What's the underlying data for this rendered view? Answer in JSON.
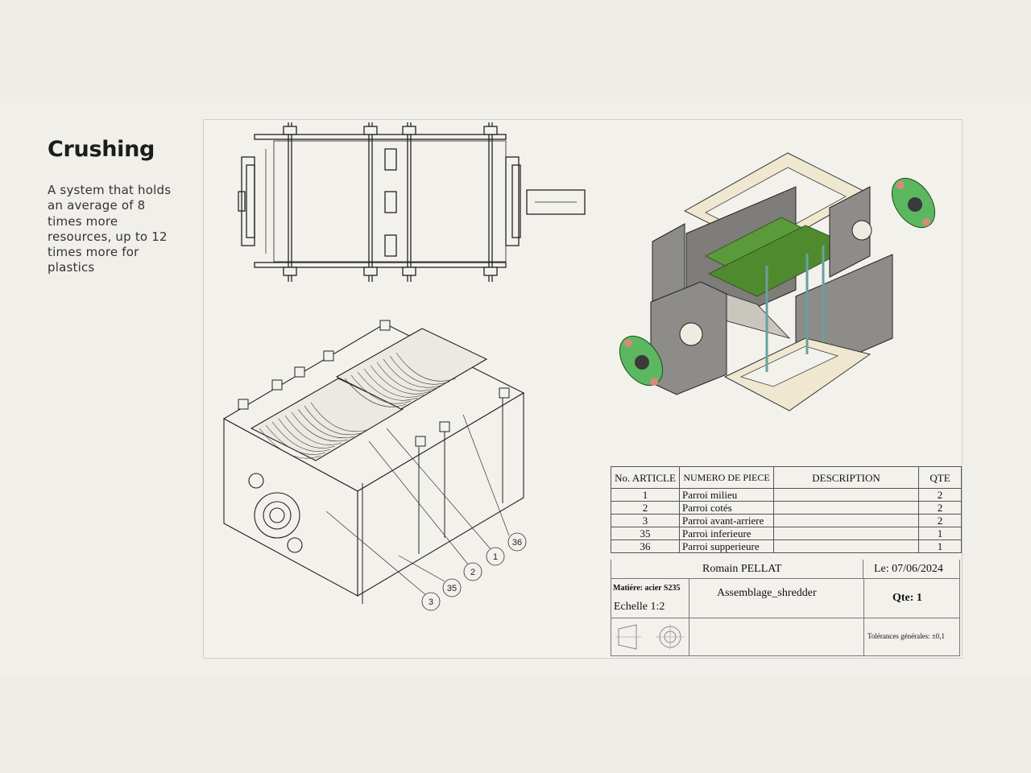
{
  "heading": "Crushing",
  "description": "A system that holds an average of 8 times more resources, up to 12 times more for plastics",
  "bom": {
    "headers": {
      "article": "No. ARTICLE",
      "part": "NUMERO DE PIECE",
      "description": "DESCRIPTION",
      "qty": "QTE"
    },
    "rows": [
      {
        "article": "1",
        "part": "Parroi milieu",
        "description": "",
        "qty": "2"
      },
      {
        "article": "2",
        "part": "Parroi cotés",
        "description": "",
        "qty": "2"
      },
      {
        "article": "3",
        "part": "Parroi avant-arriere",
        "description": "",
        "qty": "2"
      },
      {
        "article": "35",
        "part": "Parroi  inferieure",
        "description": "",
        "qty": "1"
      },
      {
        "article": "36",
        "part": "Parroi supperieure",
        "description": "",
        "qty": "1"
      }
    ]
  },
  "title_block": {
    "author": "Romain PELLAT",
    "date": "Le: 07/06/2024",
    "material": "Matiére: acier S235",
    "assembly": "Assemblage_shredder",
    "quantity": "Qte: 1",
    "scale": "Echelle 1:2",
    "tolerances": "Tolérances générales: ±0,1"
  },
  "balloons": [
    "1",
    "2",
    "3",
    "35",
    "36"
  ],
  "colors": {
    "render_plate": "#8d8c88",
    "render_frame": "#efe7d0",
    "render_bearing": "#5cb860",
    "render_blades": "#4f8a2e"
  }
}
